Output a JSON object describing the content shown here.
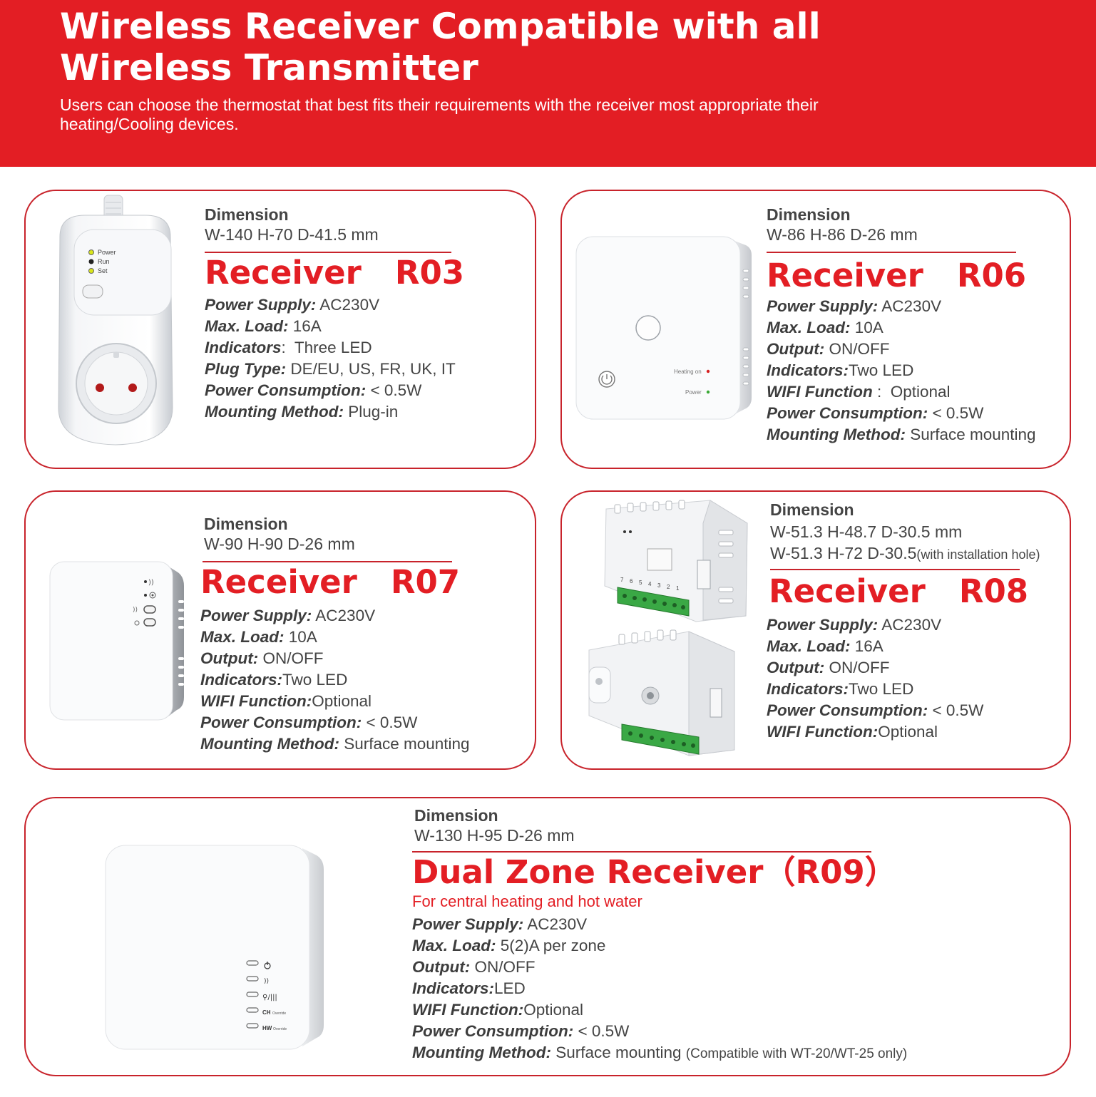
{
  "header": {
    "title": "Wireless Receiver Compatible with all Wireless Transmitter",
    "subtitle": "Users can choose the thermostat that best fits their requirements with the receiver most appropriate their heating/Cooling devices.",
    "bg_color": "#e31e24"
  },
  "accent_color": "#c8232b",
  "products": {
    "r03": {
      "dimension_label": "Dimension",
      "dimension": "W-140 H-70 D-41.5 mm",
      "title": "Receiver   R03",
      "leds": [
        "Power",
        "Run",
        "Set"
      ],
      "specs": [
        {
          "k": "Power Supply:",
          "v": " AC230V"
        },
        {
          "k": "Max. Load:",
          "v": " 16A"
        },
        {
          "k": "Indicators",
          "v": ":  Three LED"
        },
        {
          "k": "Plug Type:",
          "v": " DE/EU, US, FR, UK, IT"
        },
        {
          "k": "Power Consumption:",
          "v": " < 0.5W"
        },
        {
          "k": "Mounting Method:",
          "v": " Plug-in"
        }
      ]
    },
    "r06": {
      "dimension_label": "Dimension",
      "dimension": "W-86 H-86 D-26 mm",
      "title": "Receiver   R06",
      "device_labels": {
        "heating": "Heating on",
        "power": "Power"
      },
      "specs": [
        {
          "k": "Power Supply:",
          "v": " AC230V"
        },
        {
          "k": "Max. Load:",
          "v": " 10A"
        },
        {
          "k": "Output:",
          "v": " ON/OFF"
        },
        {
          "k": "Indicators:",
          "v": "Two LED"
        },
        {
          "k": "WIFI Function",
          "v": " :  Optional"
        },
        {
          "k": "Power Consumption:",
          "v": " < 0.5W"
        },
        {
          "k": "Mounting Method:",
          "v": " Surface mounting"
        }
      ]
    },
    "r07": {
      "dimension_label": "Dimension",
      "dimension": "W-90 H-90 D-26 mm",
      "title": "Receiver   R07",
      "specs": [
        {
          "k": "Power Supply:",
          "v": " AC230V"
        },
        {
          "k": "Max. Load:",
          "v": " 10A"
        },
        {
          "k": "Output:",
          "v": " ON/OFF"
        },
        {
          "k": "Indicators:",
          "v": "Two LED"
        },
        {
          "k": "WIFI Function:",
          "v": "Optional"
        },
        {
          "k": "Power Consumption:",
          "v": " < 0.5W"
        },
        {
          "k": "Mounting Method:",
          "v": " Surface mounting"
        }
      ]
    },
    "r08": {
      "dimension_label": "Dimension",
      "dimension": "W-51.3 H-48.7 D-30.5 mm",
      "dimension2": "W-51.3 H-72 D-30.5",
      "dimension2_note": "(with installation hole)",
      "title": "Receiver   R08",
      "terminal_numbers": [
        "7",
        "6",
        "5",
        "4",
        "3",
        "2",
        "1"
      ],
      "specs": [
        {
          "k": "Power Supply:",
          "v": " AC230V"
        },
        {
          "k": "Max. Load:",
          "v": " 16A"
        },
        {
          "k": "Output:",
          "v": " ON/OFF"
        },
        {
          "k": "Indicators:",
          "v": "Two LED"
        },
        {
          "k": "Power Consumption:",
          "v": " < 0.5W"
        },
        {
          "k": "WIFI Function:",
          "v": "Optional"
        }
      ]
    },
    "r09": {
      "dimension_label": "Dimension",
      "dimension": "W-130 H-95 D-26 mm",
      "title": "Dual Zone Receiver（R09）",
      "tagline": "For central heating and hot water",
      "device_labels": {
        "ch": "CH",
        "hw": "HW",
        "override": "Override"
      },
      "specs": [
        {
          "k": "Power Supply:",
          "v": " AC230V"
        },
        {
          "k": "Max. Load:",
          "v": " 5(2)A per zone"
        },
        {
          "k": "Output:",
          "v": " ON/OFF"
        },
        {
          "k": "Indicators:",
          "v": "LED"
        },
        {
          "k": "WIFI Function:",
          "v": "Optional"
        },
        {
          "k": "Power Consumption:",
          "v": " < 0.5W"
        },
        {
          "k": "Mounting Method:",
          "v": " Surface mounting ",
          "note": "(Compatible with WT-20/WT-25 only)"
        }
      ]
    }
  }
}
